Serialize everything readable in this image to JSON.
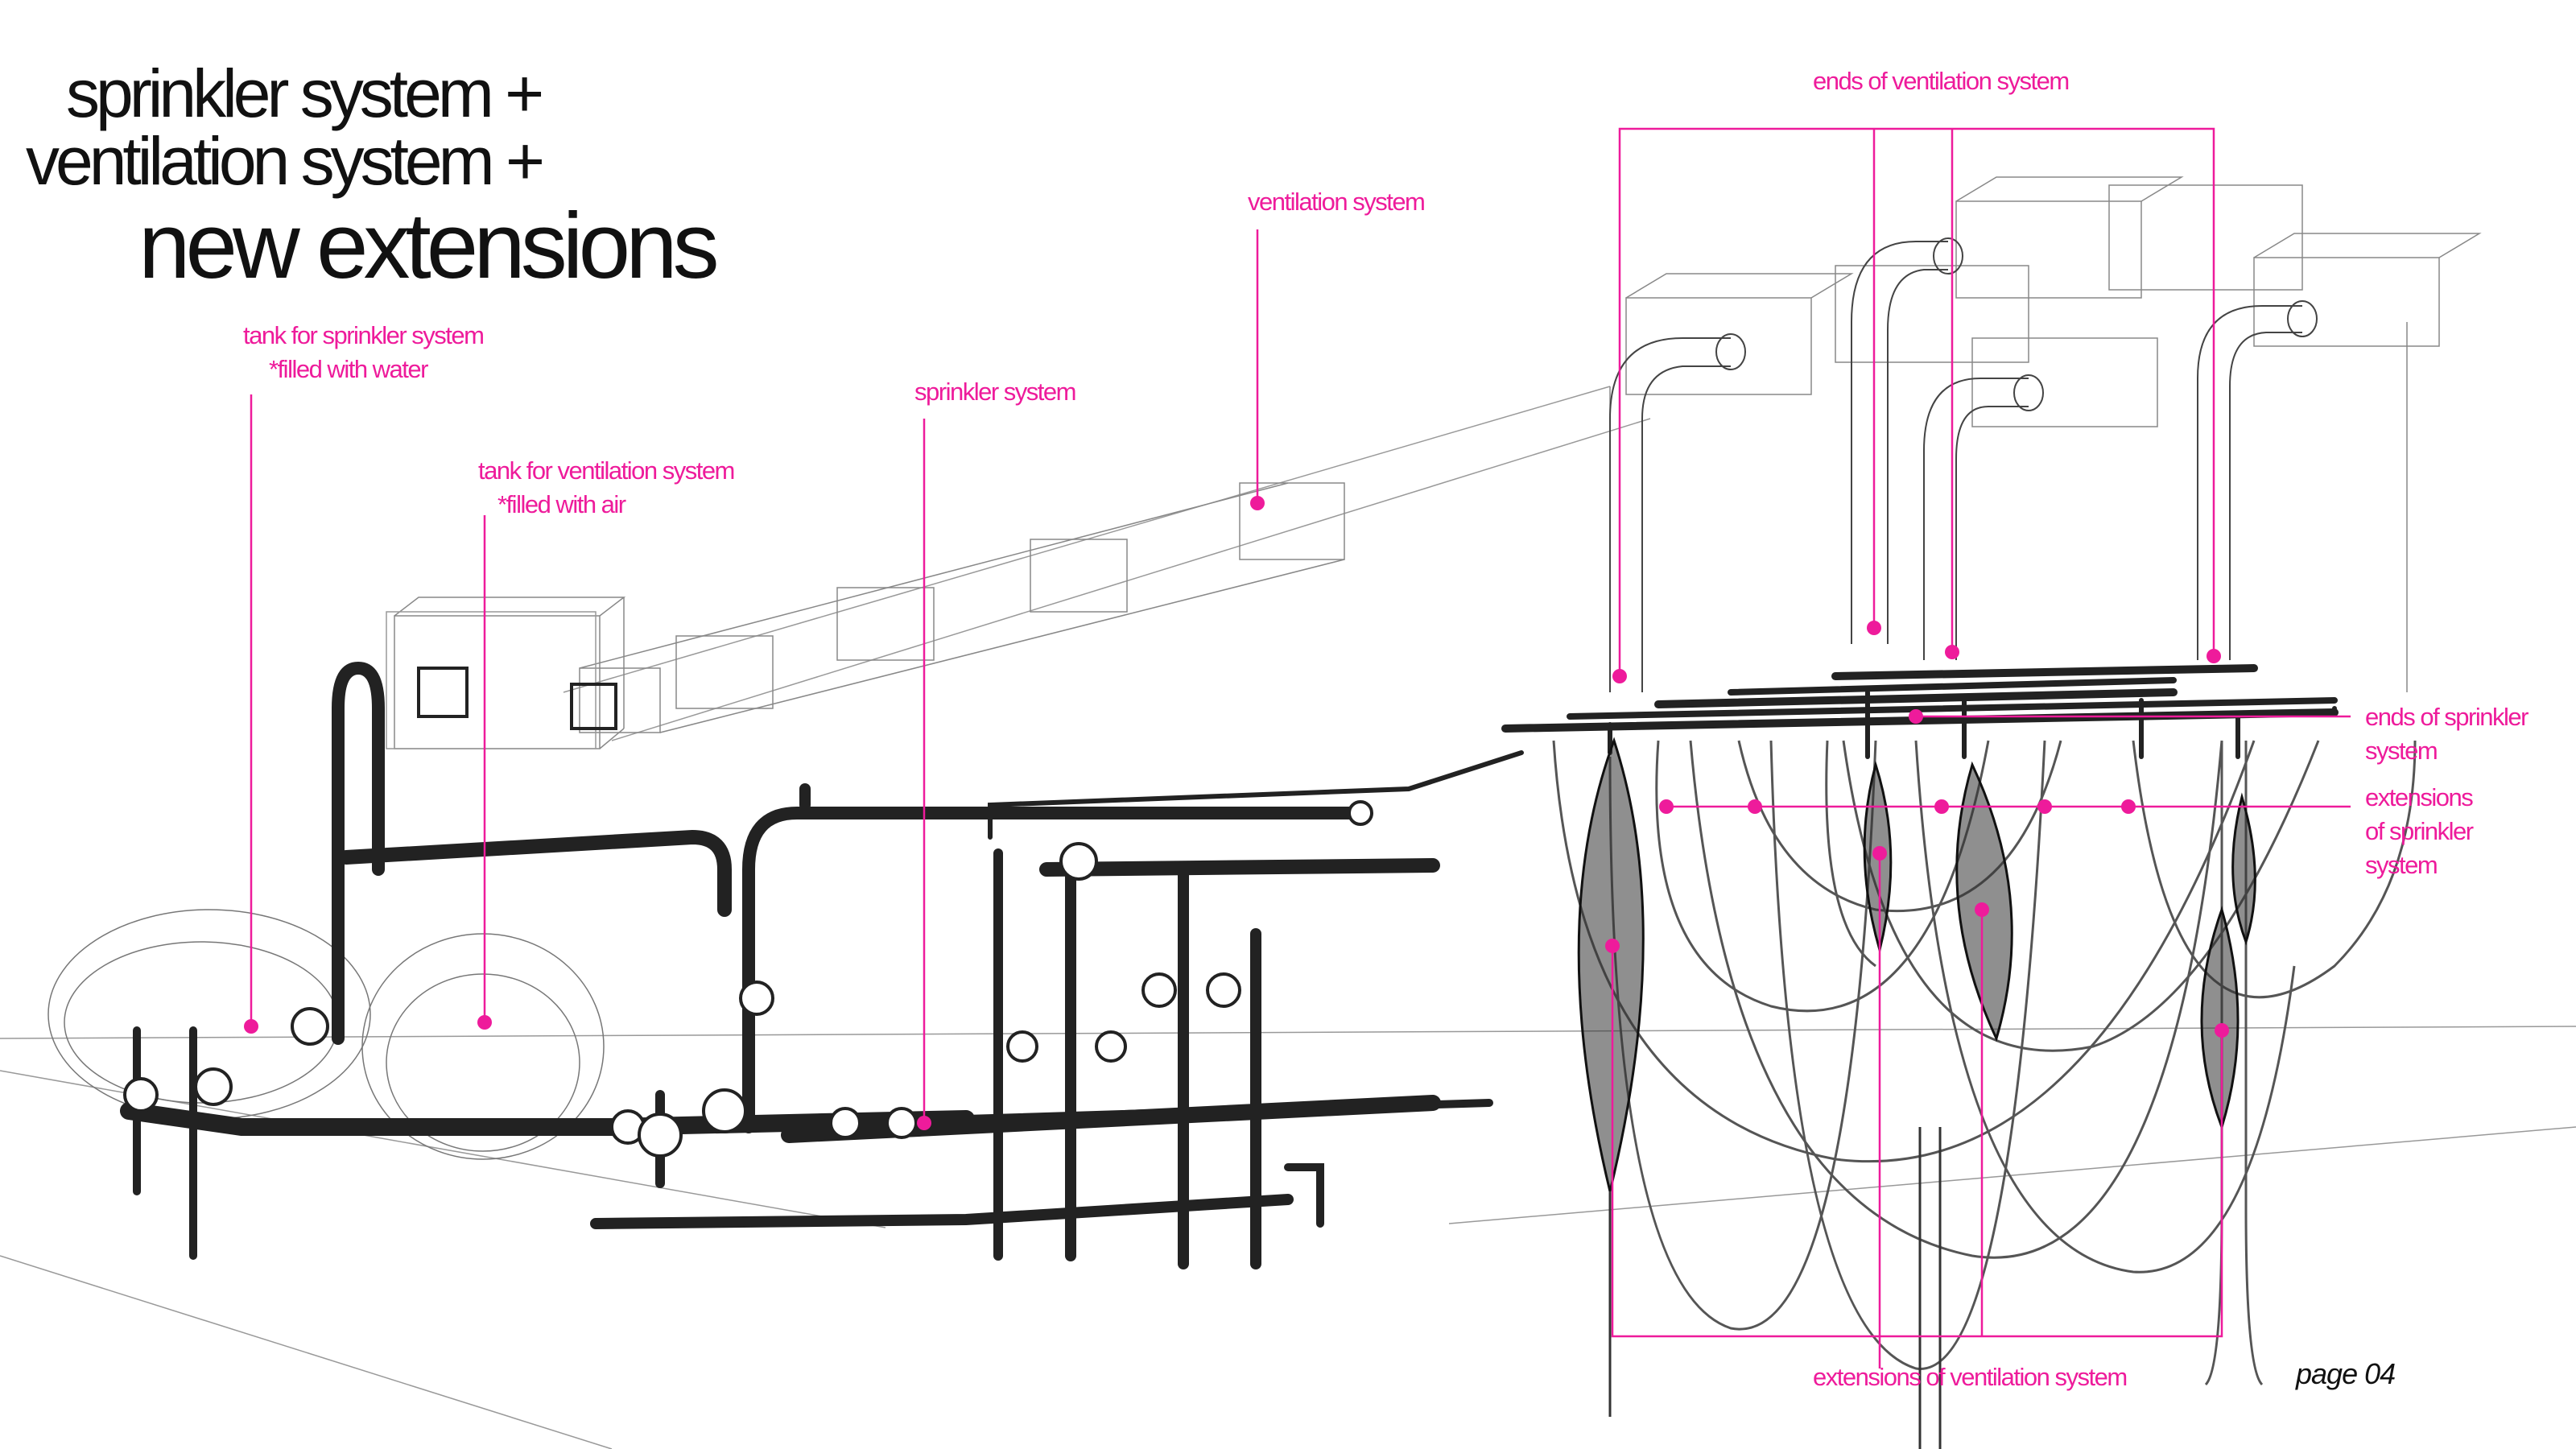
{
  "title": {
    "line1": "sprinkler system +",
    "line2": "ventilation system +",
    "line3": "new extensions"
  },
  "labels": {
    "tank_sprinkler": "tank for sprinkler system",
    "tank_sprinkler_note": "*filled with water",
    "tank_ventilation": "tank for ventilation system",
    "tank_ventilation_note": "*filled with air",
    "sprinkler_system": "sprinkler system",
    "ventilation_system": "ventilation system",
    "ends_ventilation": "ends of ventilation system",
    "ends_sprinkler_1": "ends of sprinkler",
    "ends_sprinkler_2": "system",
    "extensions_sprinkler_1": "extensions",
    "extensions_sprinkler_2": "of sprinkler",
    "extensions_sprinkler_3": "system",
    "extensions_ventilation": "extensions of ventilation system"
  },
  "page_number": "page 04",
  "colors": {
    "annotation": "#ee1b9b",
    "linework": "#222222",
    "background": "#ffffff"
  }
}
